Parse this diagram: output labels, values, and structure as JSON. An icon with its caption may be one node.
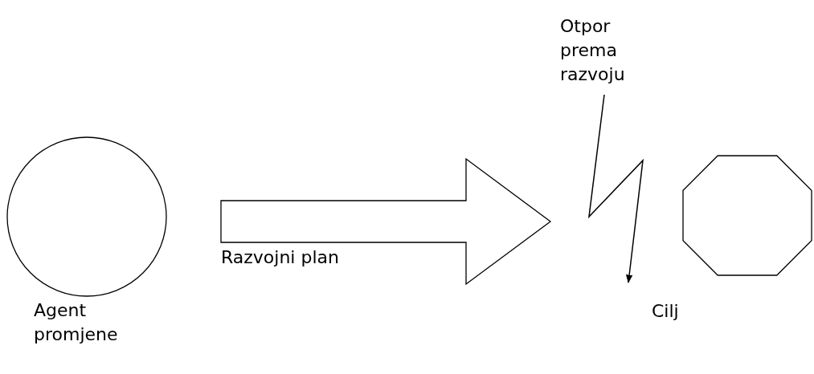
{
  "diagram": {
    "nodes": [
      {
        "text": [
          "Agent promjene"
        ]
      },
      {
        "text": [
          "Cilj"
        ]
      },
      {
        "text": [
          "Otpor prema razvoju"
        ]
      }
    ],
    "edges": [
      {
        "from": 0,
        "to": 1,
        "arrow": "to",
        "label": "Razvojni plan",
        "style": "thick"
      },
      {
        "from": 2,
        "to": null,
        "arrow": "to"
      }
    ]
  }
}
